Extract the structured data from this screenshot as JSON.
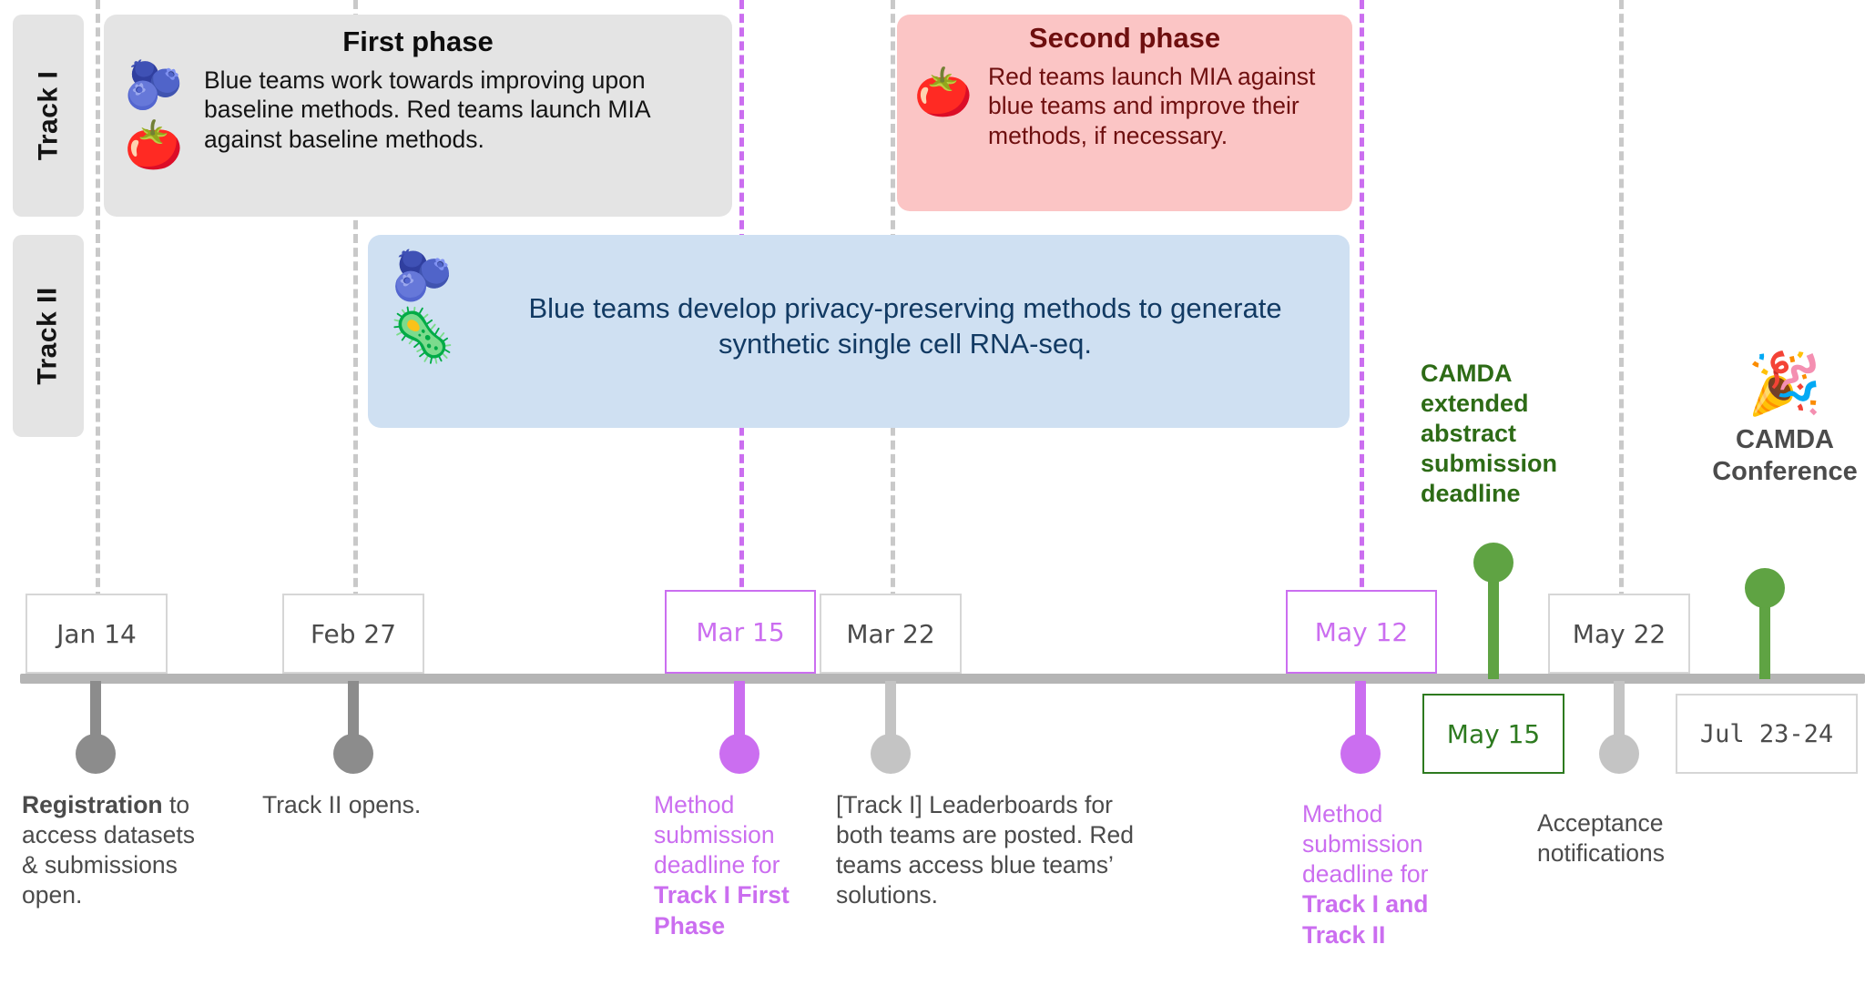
{
  "tracks": [
    {
      "label": "Track I"
    },
    {
      "label": "Track II"
    }
  ],
  "phases": {
    "first": {
      "title": "First phase",
      "body": "Blue teams work towards improving upon baseline methods. Red teams launch MIA against baseline methods.",
      "icons": [
        "blueberries-icon",
        "tomato-icon"
      ]
    },
    "second": {
      "title": "Second phase",
      "body": "Red teams launch MIA against blue teams and improve their methods, if necessary.",
      "icons": [
        "tomato-icon"
      ]
    },
    "track2": {
      "body": "Blue teams develop privacy-preserving methods to generate synthetic single cell RNA-seq.",
      "icons": [
        "blueberries-icon",
        "cell-icon"
      ]
    }
  },
  "floating_captions": [
    {
      "name": "camda-abstract-deadline",
      "text": "CAMDA extended abstract submission deadline",
      "color": "#2d6b16"
    },
    {
      "name": "camda-conference",
      "text": "CAMDA Conference",
      "color": "#4b4b4b",
      "icon": "party-popper-icon"
    }
  ],
  "timeline": {
    "events": [
      {
        "id": "jan-14",
        "date": "Jan 14",
        "color": "#8c8c8c",
        "chip_variant": "grey",
        "marker": "down",
        "description_html": "<b>Registration</b> to access datasets &amp; submissions open."
      },
      {
        "id": "feb-27",
        "date": "Feb 27",
        "color": "#8c8c8c",
        "chip_variant": "grey",
        "marker": "down",
        "description_html": "Track II opens."
      },
      {
        "id": "mar-15",
        "date": "Mar 15",
        "color": "#cb6ef0",
        "chip_variant": "purple",
        "marker": "down",
        "description_html": "Method submission deadline for <b>Track I First Phase</b>"
      },
      {
        "id": "mar-22",
        "date": "Mar 22",
        "color": "#c4c4c4",
        "chip_variant": "grey",
        "marker": "down",
        "description_html": "[Track I] Leaderboards for both teams are posted. Red teams access blue teams&rsquo; solutions."
      },
      {
        "id": "may-12",
        "date": "May 12",
        "color": "#cb6ef0",
        "chip_variant": "purple",
        "marker": "down",
        "description_html": "Method submission deadline for <b>Track I and Track II</b>"
      },
      {
        "id": "may-15",
        "date": "May 15",
        "color": "#5fa343",
        "chip_variant": "green",
        "marker": "up",
        "description_html": ""
      },
      {
        "id": "may-22",
        "date": "May 22",
        "color": "#c4c4c4",
        "chip_variant": "grey",
        "marker": "down",
        "description_html": "Acceptance notifications"
      },
      {
        "id": "jul-23-24",
        "date": "Jul 23-24",
        "color": "#5fa343",
        "chip_variant": "grey",
        "marker": "up",
        "description_html": ""
      }
    ]
  },
  "colors": {
    "purple": "#cb6ef0",
    "green_marker": "#5fa343",
    "green_text": "#2d6b16",
    "grey_marker": "#8c8c8c",
    "axis": "#b5b5b5",
    "track_panel": "#e4e4e4",
    "phase_red": "#fbc5c5",
    "phase_blue": "#cfe0f2",
    "navy_text": "#123a63",
    "maroon_text": "#6e0f0f"
  }
}
